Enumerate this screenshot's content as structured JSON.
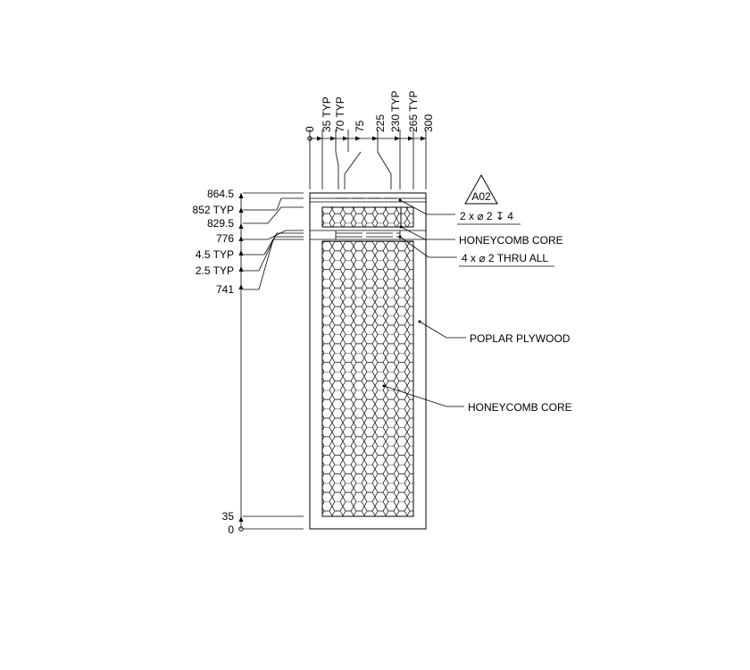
{
  "drawing": {
    "top_dimensions": [
      "0",
      "35 TYP",
      "70 TYP",
      "75",
      "225",
      "230 TYP",
      "265 TYP",
      "300"
    ],
    "left_dimensions": [
      "864.5",
      "852 TYP",
      "829.5",
      "776",
      "4.5 TYP",
      "2.5 TYP",
      "741",
      "35",
      "0"
    ],
    "callouts": {
      "view_ref": "A02",
      "hole_spec_1": "2 x ⌀ 2 ↧ 4",
      "honeycomb_core_top": "HONEYCOMB CORE",
      "hole_spec_2": "4 x ⌀ 2 THRU ALL",
      "poplar_plywood": "POPLAR PLYWOOD",
      "honeycomb_core_main": "HONEYCOMB CORE"
    }
  }
}
